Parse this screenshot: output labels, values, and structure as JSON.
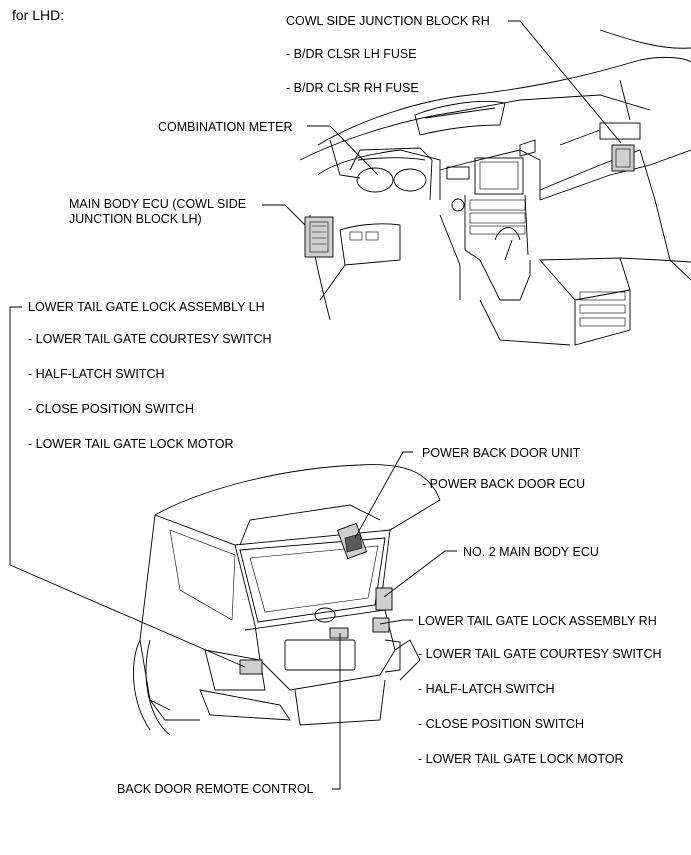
{
  "heading": "for LHD:",
  "labels": {
    "cowl_rh": "COWL SIDE JUNCTION BLOCK RH",
    "bdr_lh_fuse": "- B/DR CLSR LH FUSE",
    "bdr_rh_fuse": "- B/DR CLSR RH FUSE",
    "combination_meter": "COMBINATION METER",
    "main_body_ecu_1": "MAIN BODY ECU (COWL SIDE",
    "main_body_ecu_2": "JUNCTION BLOCK LH)",
    "lower_lh": "LOWER TAIL GATE LOCK ASSEMBLY LH",
    "lh_courtesy": "- LOWER TAIL GATE COURTESY SWITCH",
    "lh_half_latch": "- HALF-LATCH SWITCH",
    "lh_close_pos": "- CLOSE POSITION SWITCH",
    "lh_motor": "- LOWER TAIL GATE LOCK MOTOR",
    "pbd_unit": "POWER BACK DOOR UNIT",
    "pbd_ecu": "- POWER BACK DOOR ECU",
    "no2_main_body_ecu": "NO. 2 MAIN BODY ECU",
    "lower_rh": "LOWER TAIL GATE LOCK ASSEMBLY RH",
    "rh_courtesy": "- LOWER TAIL GATE COURTESY SWITCH",
    "rh_half_latch": "- HALF-LATCH SWITCH",
    "rh_close_pos": "- CLOSE POSITION SWITCH",
    "rh_motor": "- LOWER TAIL GATE LOCK MOTOR",
    "back_door_remote": "BACK DOOR REMOTE CONTROL"
  }
}
